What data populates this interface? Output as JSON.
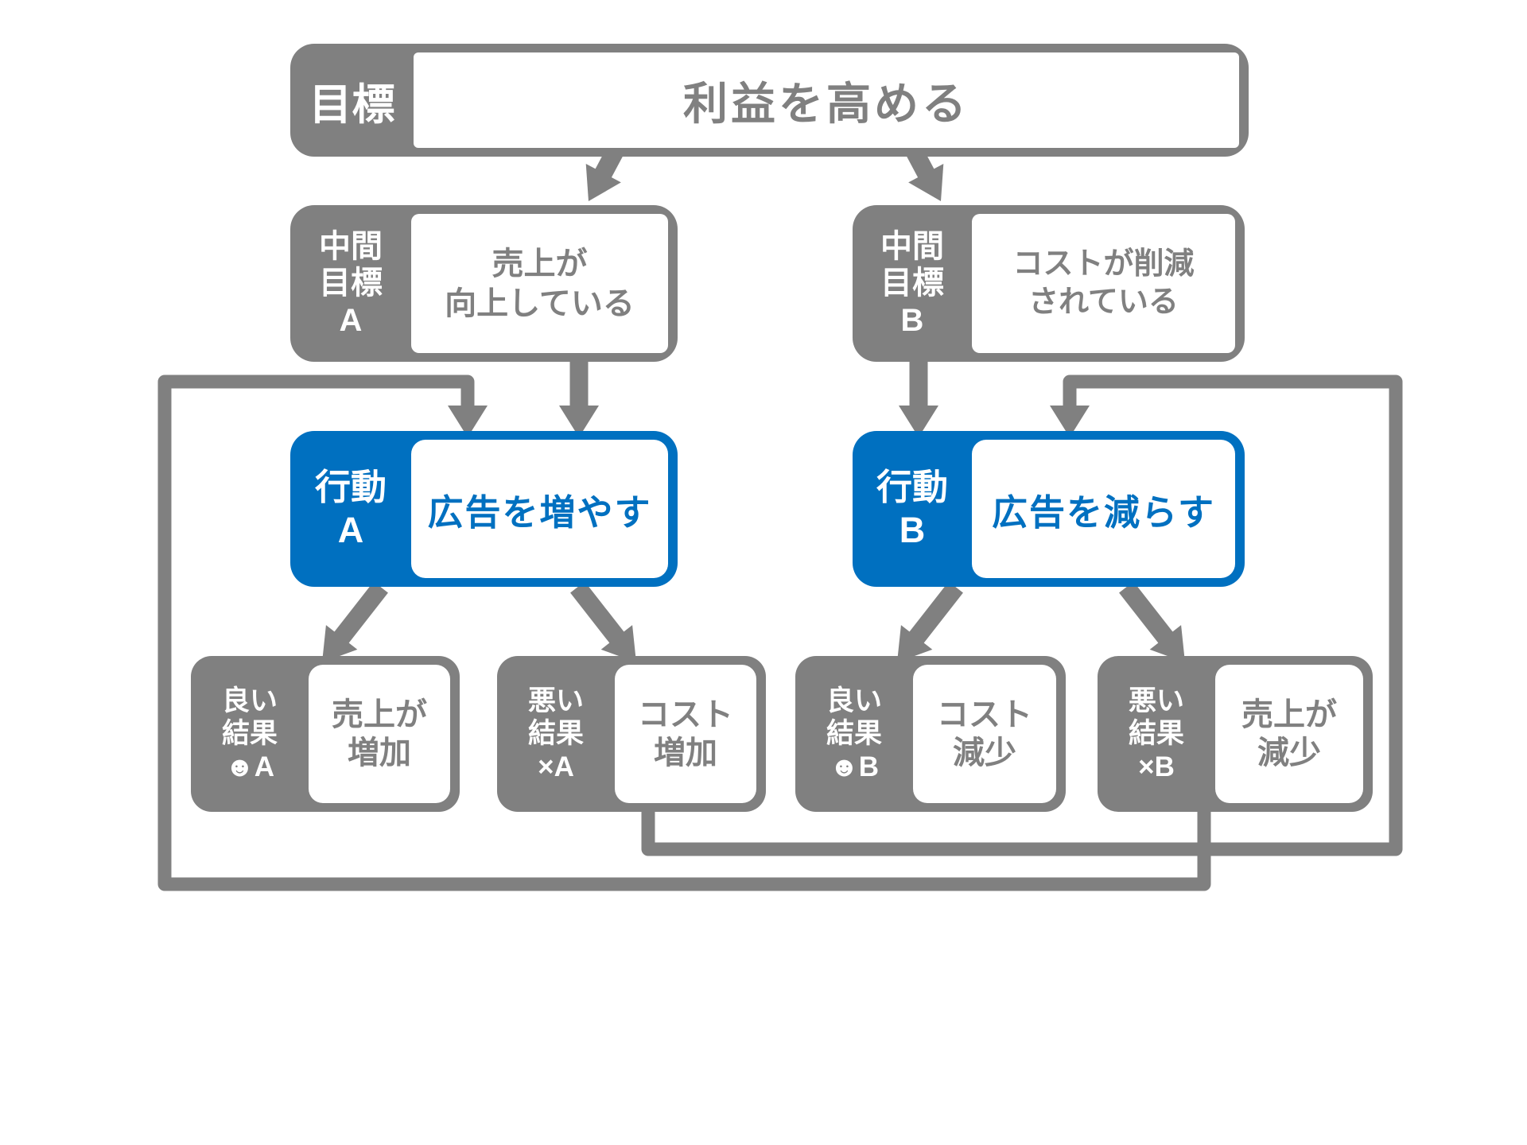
{
  "colors": {
    "gray": "#808080",
    "blue": "#0070C0",
    "background": "#ffffff",
    "label_text": "#ffffff"
  },
  "boxes": {
    "goal": {
      "tag": "目標",
      "content": "利益を高める"
    },
    "mid_goal_a": {
      "tag_lines": [
        "中間",
        "目標",
        "A"
      ],
      "content_lines": [
        "売上が",
        "向上している"
      ]
    },
    "mid_goal_b": {
      "tag_lines": [
        "中間",
        "目標",
        "B"
      ],
      "content_lines": [
        "コストが削減",
        "されている"
      ]
    },
    "action_a": {
      "tag_lines": [
        "行動",
        "A"
      ],
      "content": "広告を増やす"
    },
    "action_b": {
      "tag_lines": [
        "行動",
        "B"
      ],
      "content": "広告を減らす"
    },
    "good_result_a": {
      "tag_lines": [
        "良い",
        "結果",
        "☻A"
      ],
      "content_lines": [
        "売上が",
        "増加"
      ]
    },
    "bad_result_a": {
      "tag_lines": [
        "悪い",
        "結果",
        "×A"
      ],
      "content_lines": [
        "コスト",
        "増加"
      ]
    },
    "good_result_b": {
      "tag_lines": [
        "良い",
        "結果",
        "☻B"
      ],
      "content_lines": [
        "コスト",
        "減少"
      ]
    },
    "bad_result_b": {
      "tag_lines": [
        "悪い",
        "結果",
        "×B"
      ],
      "content_lines": [
        "売上が",
        "減少"
      ]
    }
  }
}
